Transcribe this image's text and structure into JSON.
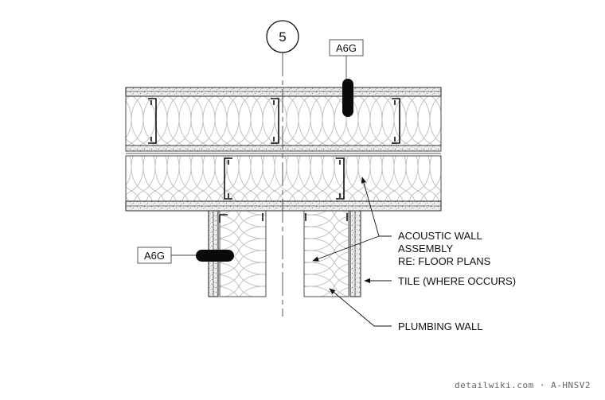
{
  "grid_bubble": {
    "number": "5"
  },
  "section_tags": [
    {
      "id": "upper",
      "text": "A6G"
    },
    {
      "id": "left",
      "text": "A6G"
    }
  ],
  "notes": {
    "acoustic_line1": "ACOUSTIC WALL",
    "acoustic_line2": "ASSEMBLY",
    "acoustic_line3": "RE: FLOOR PLANS",
    "tile": "TILE (WHERE OCCURS)",
    "plumbing": "PLUMBING WALL"
  },
  "credit": {
    "text": "detailwiki.com · A-HNSV2"
  }
}
